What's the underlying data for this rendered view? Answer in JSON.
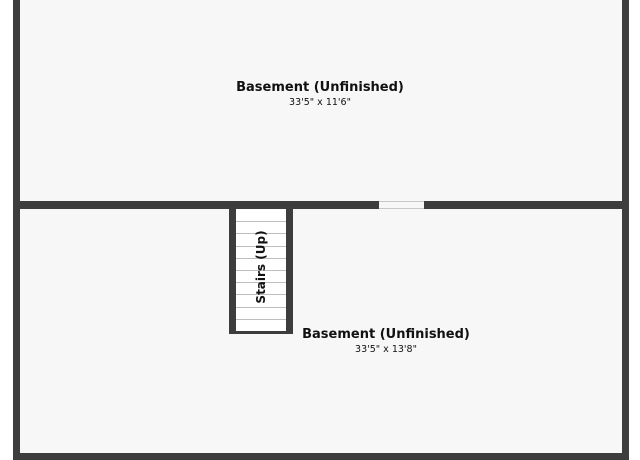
{
  "rooms": [
    {
      "name": "Basement (Unfinished)",
      "dimensions": "33'5\" x 11'6\""
    },
    {
      "name": "Basement (Unfinished)",
      "dimensions": "33'5\" x 13'8\""
    }
  ],
  "stairs": {
    "label": "Stairs (Up)",
    "tread_count": 9
  },
  "colors": {
    "wall": "#3d3d3d",
    "floor": "#f7f7f7",
    "stairs": "#ffffff",
    "text": "#111111"
  }
}
